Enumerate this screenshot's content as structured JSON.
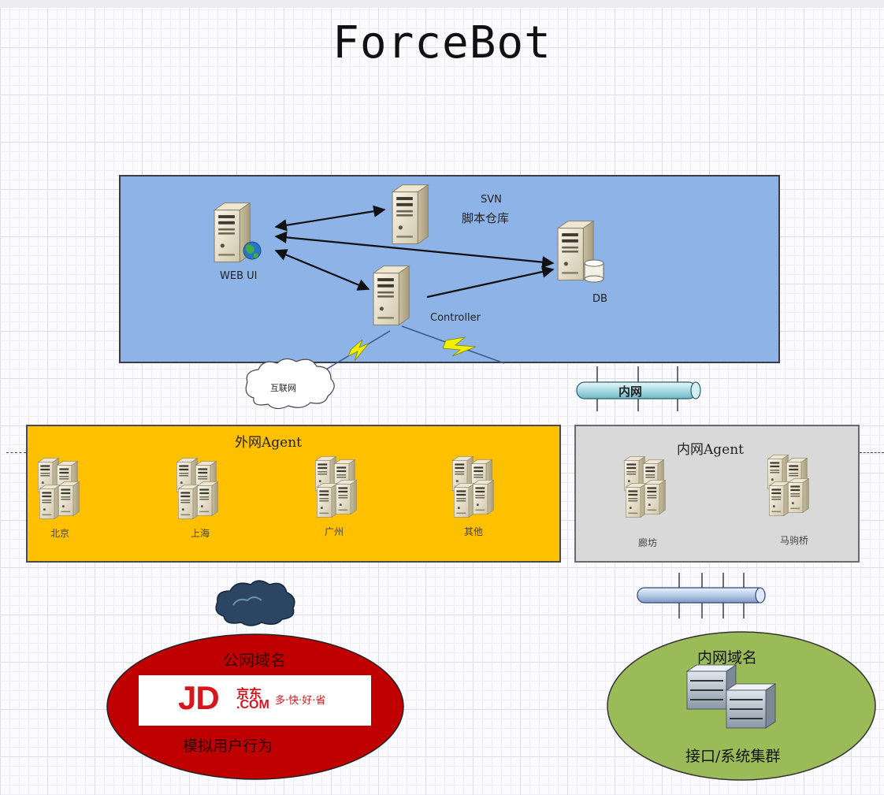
{
  "title": "ForceBot",
  "top_panel": {
    "webui_label": "WEB UI",
    "svn_label": "SVN",
    "svn_sub_label": "脚本仓库",
    "db_label": "DB",
    "controller_label": "Controller",
    "internet_label": "互联网",
    "intranet_label": "内网"
  },
  "external_agent": {
    "title": "外网Agent",
    "nodes": [
      "北京",
      "上海",
      "广州",
      "其他"
    ]
  },
  "internal_agent": {
    "title": "内网Agent",
    "nodes": [
      "廊坊",
      "马驹桥"
    ]
  },
  "public_zone": {
    "title": "公网域名",
    "logo": {
      "brand": "JD",
      "cn": "京东",
      "com": ".COM",
      "slogan": "多·快·好·省"
    },
    "caption": "模拟用户行为"
  },
  "internal_zone": {
    "title": "内网域名",
    "caption": "接口/系统集群"
  },
  "colors": {
    "top_panel": "#8eb3e6",
    "external_panel": "#ffc000",
    "internal_panel": "#d9d9d9",
    "public_ellipse": "#c00000",
    "internal_ellipse": "#9bbb59",
    "bolt": "#f0f000",
    "jd_red": "#d8141d"
  }
}
